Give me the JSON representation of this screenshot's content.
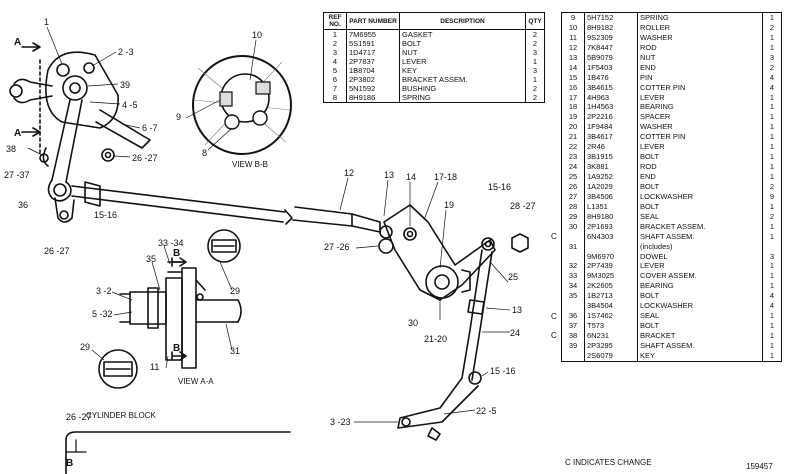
{
  "view_labels": {
    "view_bb": "VIEW B-B",
    "view_aa": "VIEW A-A",
    "cylinder_block": "CYLINDER BLOCK"
  },
  "section_marks": {
    "a_top": "A",
    "a_bottom": "A",
    "b_top": "B",
    "b_bottom": "B",
    "b_block": "B"
  },
  "callouts": {
    "c1": "1",
    "c2_3": "2 -3",
    "c39": "39",
    "c4_5": "4 -5",
    "c6_7": "6 -7",
    "c38": "38",
    "c27_37": "27 -37",
    "c36": "36",
    "c26_27a": "26 -27",
    "c26_27b": "26 -27",
    "c15_16a": "15-16",
    "c10": "10",
    "c9": "9",
    "c8": "8",
    "c12": "12",
    "c13a": "13",
    "c14": "14",
    "c17_18": "17-18",
    "c15_16b": "15-16",
    "c28_27": "28 -27",
    "c19": "19",
    "c27_26": "27 -26",
    "c25": "25",
    "c13b": "13",
    "c30": "30",
    "c21_20": "21-20",
    "c24": "24",
    "c15_16c": "15 -16",
    "c22_5": "22 -5",
    "c3_23": "3 -23",
    "c33_34": "33 -34",
    "c35": "35",
    "c3_2": "3 -2",
    "c5_32": "5 -32",
    "c29a": "29",
    "c29b": "29",
    "c11": "11",
    "c31": "31",
    "c26_27c": "26 -27"
  },
  "table1": {
    "headers": {
      "ref": "REF NO.",
      "part": "PART NUMBER",
      "desc": "DESCRIPTION",
      "qty": "QTY"
    },
    "rows": [
      {
        "ref": "1",
        "part": "7M6955",
        "desc": "GASKET",
        "qty": "2"
      },
      {
        "ref": "2",
        "part": "5S1591",
        "desc": "BOLT",
        "qty": "2"
      },
      {
        "ref": "3",
        "part": "1D4717",
        "desc": "NUT",
        "qty": "3"
      },
      {
        "ref": "4",
        "part": "2P7837",
        "desc": "LEVER",
        "qty": "1"
      },
      {
        "ref": "5",
        "part": "1B8704",
        "desc": "KEY",
        "qty": "3"
      },
      {
        "ref": "6",
        "part": "2P3802",
        "desc": "BRACKET ASSEM.",
        "qty": "1"
      },
      {
        "ref": "7",
        "part": "5N1592",
        "desc": "BUSHING",
        "qty": "2"
      },
      {
        "ref": "8",
        "part": "8H9186",
        "desc": "SPRING",
        "qty": "2"
      }
    ]
  },
  "table2": {
    "rows": [
      {
        "ref": "9",
        "part": "5H7152",
        "desc": "SPRING",
        "qty": "1",
        "mark": ""
      },
      {
        "ref": "10",
        "part": "8H9182",
        "desc": "ROLLER",
        "qty": "2",
        "mark": ""
      },
      {
        "ref": "11",
        "part": "9S2309",
        "desc": "WASHER",
        "qty": "1",
        "mark": ""
      },
      {
        "ref": "12",
        "part": "7K8447",
        "desc": "ROD",
        "qty": "1",
        "mark": ""
      },
      {
        "ref": "13",
        "part": "5B9079",
        "desc": "NUT",
        "qty": "3",
        "mark": ""
      },
      {
        "ref": "14",
        "part": "1F5403",
        "desc": "END",
        "qty": "2",
        "mark": ""
      },
      {
        "ref": "15",
        "part": "1B476",
        "desc": "PIN",
        "qty": "4",
        "mark": ""
      },
      {
        "ref": "16",
        "part": "3B4615",
        "desc": "COTTER PIN",
        "qty": "4",
        "mark": ""
      },
      {
        "ref": "17",
        "part": "4H963",
        "desc": "LEVER",
        "qty": "1",
        "mark": ""
      },
      {
        "ref": "18",
        "part": "1H4563",
        "desc": "BEARING",
        "qty": "1",
        "mark": ""
      },
      {
        "ref": "19",
        "part": "2P2216",
        "desc": "SPACER",
        "qty": "1",
        "mark": ""
      },
      {
        "ref": "20",
        "part": "1F9484",
        "desc": "WASHER",
        "qty": "1",
        "mark": ""
      },
      {
        "ref": "21",
        "part": "3B4617",
        "desc": "COTTER PIN",
        "qty": "1",
        "mark": ""
      },
      {
        "ref": "22",
        "part": "2R46",
        "desc": "LEVER",
        "qty": "1",
        "mark": ""
      },
      {
        "ref": "23",
        "part": "3B1915",
        "desc": "BOLT",
        "qty": "1",
        "mark": ""
      },
      {
        "ref": "24",
        "part": "3K881",
        "desc": "ROD",
        "qty": "1",
        "mark": ""
      },
      {
        "ref": "25",
        "part": "1A9252",
        "desc": "END",
        "qty": "1",
        "mark": ""
      },
      {
        "ref": "26",
        "part": "1A2029",
        "desc": "BOLT",
        "qty": "2",
        "mark": ""
      },
      {
        "ref": "27",
        "part": "3B4506",
        "desc": "LOCKWASHER",
        "qty": "9",
        "mark": ""
      },
      {
        "ref": "28",
        "part": "L1351",
        "desc": "BOLT",
        "qty": "1",
        "mark": ""
      },
      {
        "ref": "29",
        "part": "8H9180",
        "desc": "SEAL",
        "qty": "2",
        "mark": ""
      },
      {
        "ref": "30",
        "part": "2P1693",
        "desc": "BRACKET ASSEM.",
        "qty": "1",
        "mark": ""
      },
      {
        "ref": "",
        "part": "6N4303",
        "desc": "SHAFT ASSEM.",
        "qty": "1",
        "mark": "C"
      },
      {
        "ref": "31",
        "part": "",
        "desc": "(includes)",
        "qty": "",
        "mark": ""
      },
      {
        "ref": "",
        "part": "9M6970",
        "desc": "DOWEL",
        "qty": "3",
        "mark": ""
      },
      {
        "ref": "32",
        "part": "2P7439",
        "desc": "LEVER",
        "qty": "1",
        "mark": ""
      },
      {
        "ref": "33",
        "part": "9M3025",
        "desc": "COVER ASSEM.",
        "qty": "1",
        "mark": ""
      },
      {
        "ref": "34",
        "part": "2K2605",
        "desc": "BEARING",
        "qty": "1",
        "mark": ""
      },
      {
        "ref": "35",
        "part": "1B2713",
        "desc": "BOLT",
        "qty": "4",
        "mark": ""
      },
      {
        "ref": "",
        "part": "3B4504",
        "desc": "LOCKWASHER",
        "qty": "4",
        "mark": ""
      },
      {
        "ref": "36",
        "part": "1S7462",
        "desc": "SEAL",
        "qty": "1",
        "mark": "C"
      },
      {
        "ref": "37",
        "part": "T573",
        "desc": "BOLT",
        "qty": "1",
        "mark": ""
      },
      {
        "ref": "38",
        "part": "6N231",
        "desc": "BRACKET",
        "qty": "1",
        "mark": "C"
      },
      {
        "ref": "39",
        "part": "2P3295",
        "desc": "SHAFT ASSEM.",
        "qty": "1",
        "mark": ""
      },
      {
        "ref": "",
        "part": "2S6079",
        "desc": "KEY",
        "qty": "1",
        "mark": ""
      }
    ]
  },
  "footnote": "C INDICATES CHANGE",
  "drawing_number": "159457"
}
